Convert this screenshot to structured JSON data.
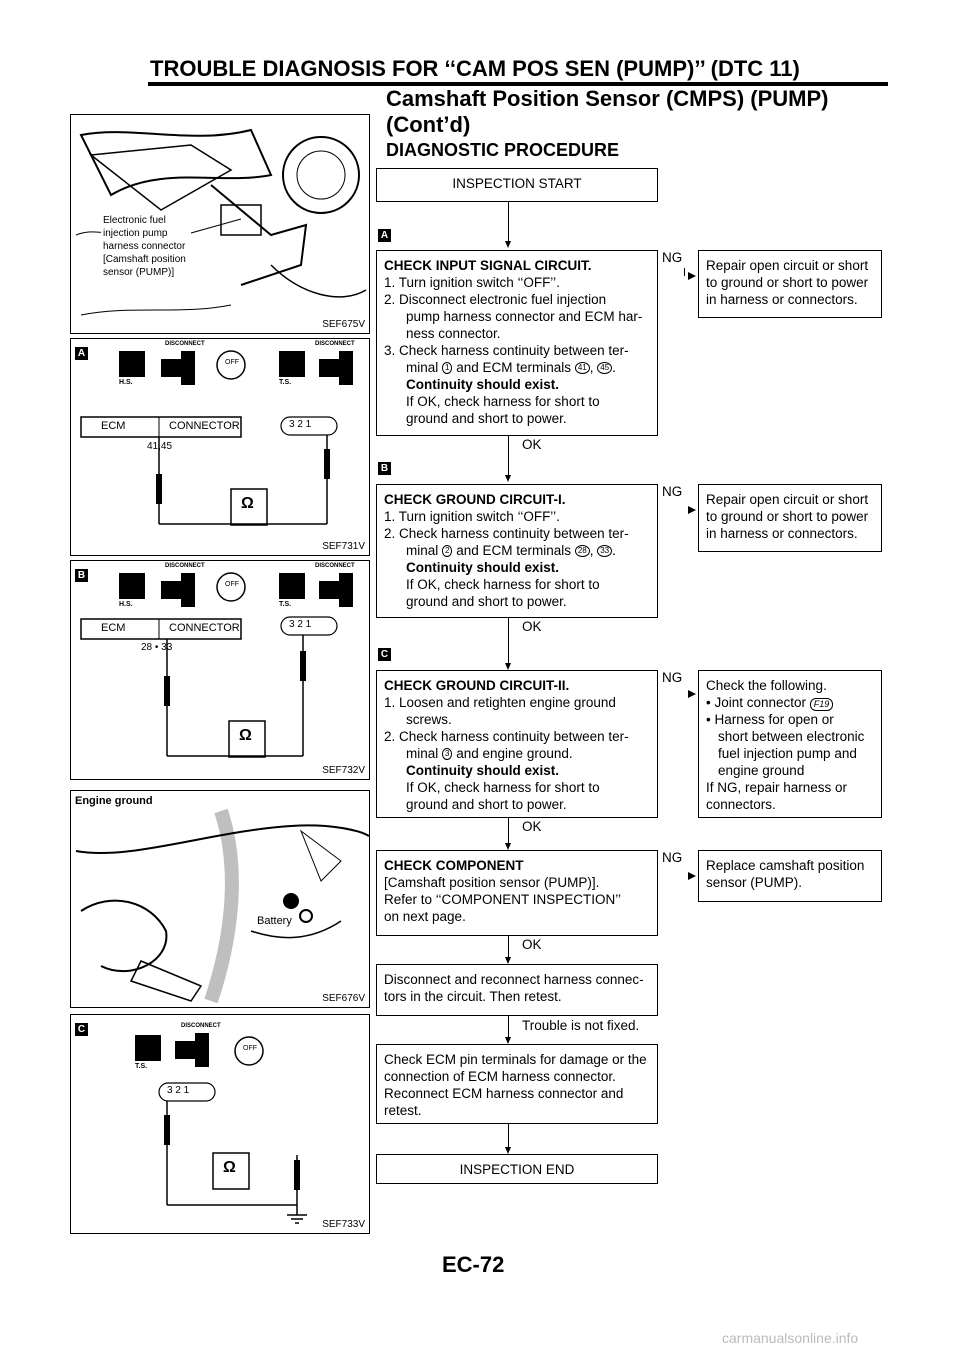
{
  "header": {
    "title_line1": "TROUBLE DIAGNOSIS FOR ‘‘CAM POS SEN (PUMP)’’ (DTC 11)",
    "title_line2": "Camshaft Position Sensor (CMPS) (PUMP)",
    "title_line3": "(Cont’d)"
  },
  "section_title": "DIAGNOSTIC PROCEDURE",
  "page_number": "EC-72",
  "flow": {
    "start": "INSPECTION START",
    "end": "INSPECTION END",
    "step_a": {
      "marker": "A",
      "title": "CHECK INPUT SIGNAL CIRCUIT.",
      "line1": "1. Turn ignition switch ‘‘OFF’’.",
      "line2a": "2. Disconnect electronic fuel injection",
      "line2b": "pump harness connector and ECM har-",
      "line2c": "ness connector.",
      "line3a": "3. Check harness continuity between ter-",
      "line3b_pre": "minal",
      "term1": "1",
      "line3b_mid": "and ECM terminals",
      "term2": "41",
      "term3": "45",
      "bold": "Continuity should exist.",
      "note1": "If OK, check harness for short to",
      "note2": "ground and short to power.",
      "ok": "OK",
      "ng": "NG",
      "ng_action": "Repair open circuit or short to ground or short to power in harness or connectors."
    },
    "step_b": {
      "marker": "B",
      "title": "CHECK GROUND CIRCUIT-I.",
      "line1": "1. Turn ignition switch ‘‘OFF’’.",
      "line2a": "2. Check harness continuity between ter-",
      "line2b_pre": "minal",
      "term1": "2",
      "line2b_mid": "and ECM terminals",
      "term2": "28",
      "term3": "33",
      "bold": "Continuity should exist.",
      "note1": "If OK, check harness for short to",
      "note2": "ground and short to power.",
      "ok": "OK",
      "ng": "NG",
      "ng_action": "Repair open circuit or short to ground or short to power in harness or connectors."
    },
    "step_c": {
      "marker": "C",
      "title": "CHECK GROUND CIRCUIT-II.",
      "line1a": "1. Loosen and retighten engine ground",
      "line1b": "screws.",
      "line2a": "2. Check harness continuity between ter-",
      "line2b_pre": "minal",
      "term1": "3",
      "line2b_post": "and engine ground.",
      "bold": "Continuity should exist.",
      "note1": "If OK, check harness for short to",
      "note2": "ground and short to power.",
      "ok": "OK",
      "ng": "NG",
      "ng_title": "Check the following.",
      "ng_item1_pre": "• Joint connector",
      "ng_item1_conn": "F19",
      "ng_item2a": "• Harness for open or",
      "ng_item2b": "short between electronic",
      "ng_item2c": "fuel injection pump and",
      "ng_item2d": "engine ground",
      "ng_tail1": "If NG, repair harness or",
      "ng_tail2": "connectors."
    },
    "step_d": {
      "title": "CHECK COMPONENT",
      "line1": "[Camshaft position sensor (PUMP)].",
      "line2": "Refer to ‘‘COMPONENT INSPECTION’’",
      "line3": "on next page.",
      "ok": "OK",
      "ng": "NG",
      "ng_action": "Replace camshaft position sensor (PUMP)."
    },
    "step_e": {
      "line1": "Disconnect and reconnect harness connec-",
      "line2": "tors in the circuit. Then retest.",
      "result": "Trouble is not fixed."
    },
    "step_f": {
      "text": "Check ECM pin terminals for damage or the connection of ECM harness connector. Reconnect ECM harness connector and retest."
    }
  },
  "figures": {
    "fig1": {
      "code": "SEF675V",
      "callout": [
        "Electronic fuel",
        "injection pump",
        "harness connector",
        "[Camshaft position",
        "sensor (PUMP)]"
      ]
    },
    "fig2": {
      "code": "SEF731V",
      "marker": "A",
      "hs": "H.S.",
      "ts": "T.S.",
      "disconnect": "DISCONNECT",
      "off": "OFF",
      "ecm": "ECM",
      "connector": "CONNECTOR",
      "terminals": "41,45",
      "pins": "3 2 1",
      "ohm": "Ω"
    },
    "fig3": {
      "code": "SEF732V",
      "marker": "B",
      "hs": "H.S.",
      "ts": "T.S.",
      "disconnect": "DISCONNECT",
      "off": "OFF",
      "ecm": "ECM",
      "connector": "CONNECTOR",
      "terminals": "28 • 33",
      "pins": "3 2 1",
      "ohm": "Ω"
    },
    "fig4": {
      "code": "SEF676V",
      "callout1": "Engine ground",
      "callout2": "Battery"
    },
    "fig5": {
      "code": "SEF733V",
      "marker": "C",
      "ts": "T.S.",
      "disconnect": "DISCONNECT",
      "off": "OFF",
      "pins": "3 2 1",
      "ohm": "Ω"
    }
  },
  "watermark": "carmanualsonline.info"
}
